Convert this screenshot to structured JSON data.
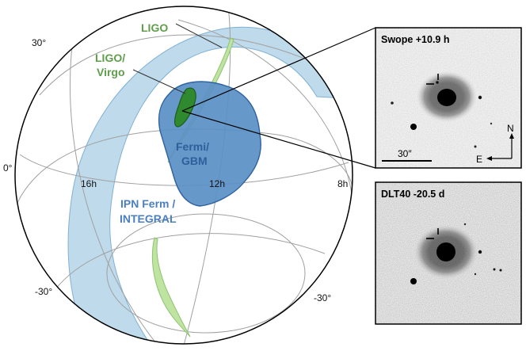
{
  "sky_map": {
    "coord_labels": {
      "dec_30": "30°",
      "dec_0": "0°",
      "dec_m30_left": "-30°",
      "dec_m30_right": "-30°",
      "ra_16h": "16h",
      "ra_12h": "12h",
      "ra_8h": "8h"
    },
    "region_labels": {
      "ligo": "LIGO",
      "ligo_virgo_1": "LIGO/",
      "ligo_virgo_2": "Virgo",
      "fermi_1": "Fermi/",
      "fermi_2": "GBM",
      "ipn_1": "IPN Ferm /",
      "ipn_2": "INTEGRAL"
    },
    "colors": {
      "ligo": "#5e9e4a",
      "ligo_fill": "#bfe3a0",
      "virgo_fill": "#2f8a2f",
      "fermi": "#3a6fa8",
      "fermi_fill": "#5a8fc6",
      "ipn_fill": "#a9cde4"
    }
  },
  "panels": {
    "swope": {
      "title": "Swope +10.9 h",
      "scale_label": "30″",
      "north": "N",
      "east": "E"
    },
    "dlt40": {
      "title": "DLT40 -20.5 d"
    }
  }
}
